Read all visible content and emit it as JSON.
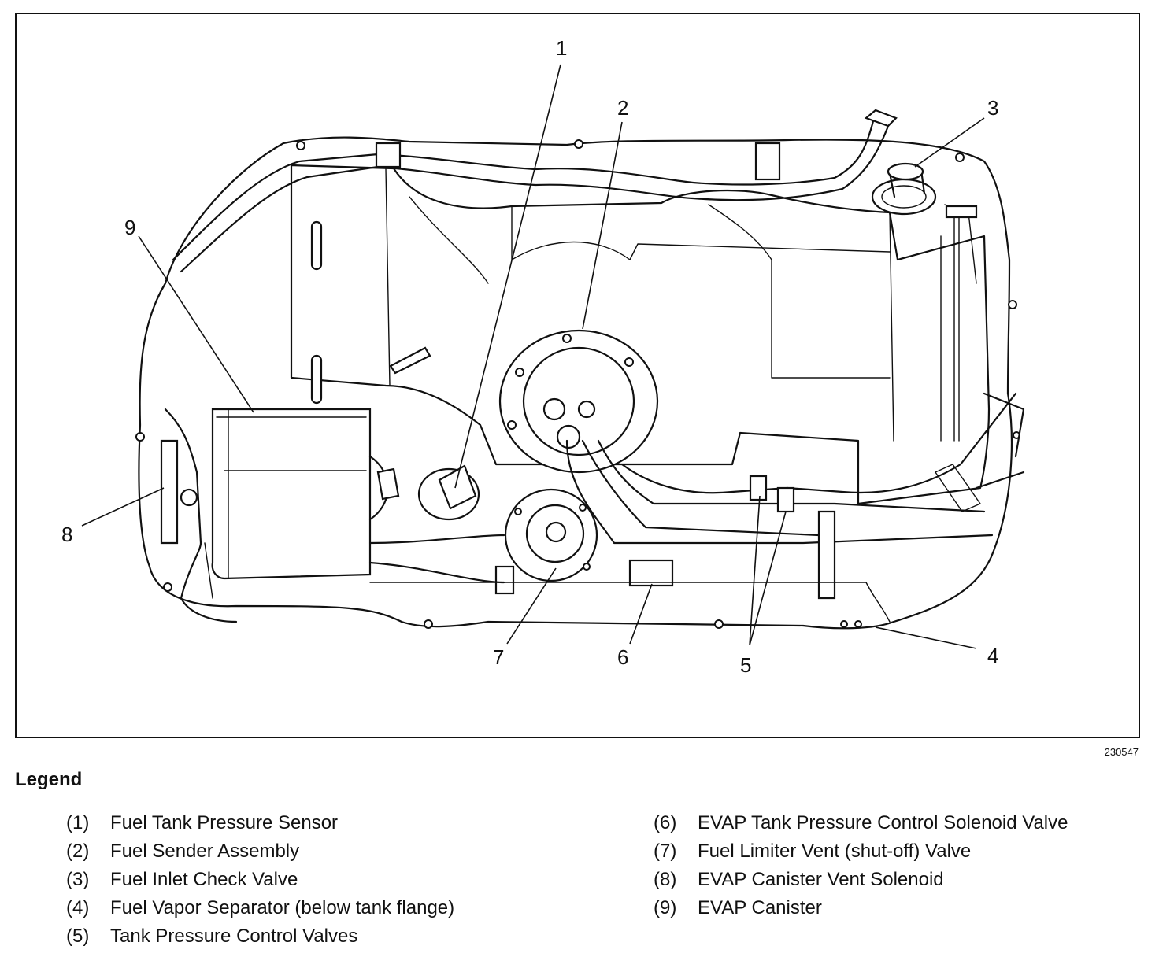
{
  "figure_id": "230547",
  "callouts": [
    "1",
    "2",
    "3",
    "4",
    "5",
    "6",
    "7",
    "8",
    "9"
  ],
  "legend": {
    "title": "Legend",
    "items": [
      {
        "num": "(1)",
        "label": "Fuel Tank Pressure Sensor"
      },
      {
        "num": "(2)",
        "label": "Fuel Sender Assembly"
      },
      {
        "num": "(3)",
        "label": "Fuel Inlet Check Valve"
      },
      {
        "num": "(4)",
        "label": "Fuel Vapor Separator (below tank flange)"
      },
      {
        "num": "(5)",
        "label": "Tank Pressure Control Valves"
      },
      {
        "num": "(6)",
        "label": "EVAP Tank Pressure Control Solenoid Valve"
      },
      {
        "num": "(7)",
        "label": "Fuel Limiter Vent (shut-off) Valve"
      },
      {
        "num": "(8)",
        "label": "EVAP Canister Vent Solenoid"
      },
      {
        "num": "(9)",
        "label": "EVAP Canister"
      }
    ]
  }
}
